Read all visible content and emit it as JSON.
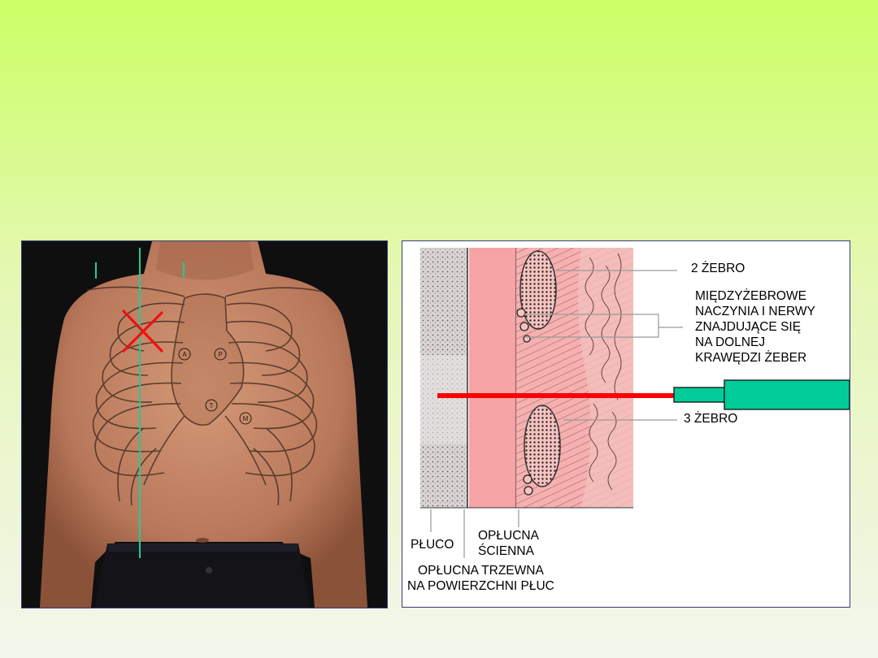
{
  "slide": {
    "colors": {
      "background_top": "#ccff66",
      "background_bottom": "#f3f6ec",
      "needle": "#ff0000",
      "syringe": "#00cc99",
      "guide_line": "#1ecc99",
      "pleura": "#f6a3a6"
    }
  },
  "photo": {
    "icons": [
      "chest-photo",
      "rib-cage-outline",
      "insertion-point-x-mark",
      "midclavicular-line"
    ],
    "markers": [
      "A",
      "P",
      "T",
      "M"
    ]
  },
  "diagram": {
    "labels": {
      "rib_2": "2 ŻEBRO",
      "vessels": [
        "MIĘDZYŻEBROWE",
        "NACZYNIA I NERWY",
        "ZNAJDUJĄCE SIĘ",
        "NA DOLNEJ",
        "KRAWĘDZI ŻEBER"
      ],
      "rib_3": "3 ŻEBRO",
      "lung": "PŁUCO",
      "parietal_pleura": [
        "OPŁUCNA",
        "ŚCIENNA"
      ],
      "visceral_pleura": [
        "OPŁUCNA TRZEWNA",
        "NA POWIERZCHNI PŁUC"
      ]
    }
  }
}
